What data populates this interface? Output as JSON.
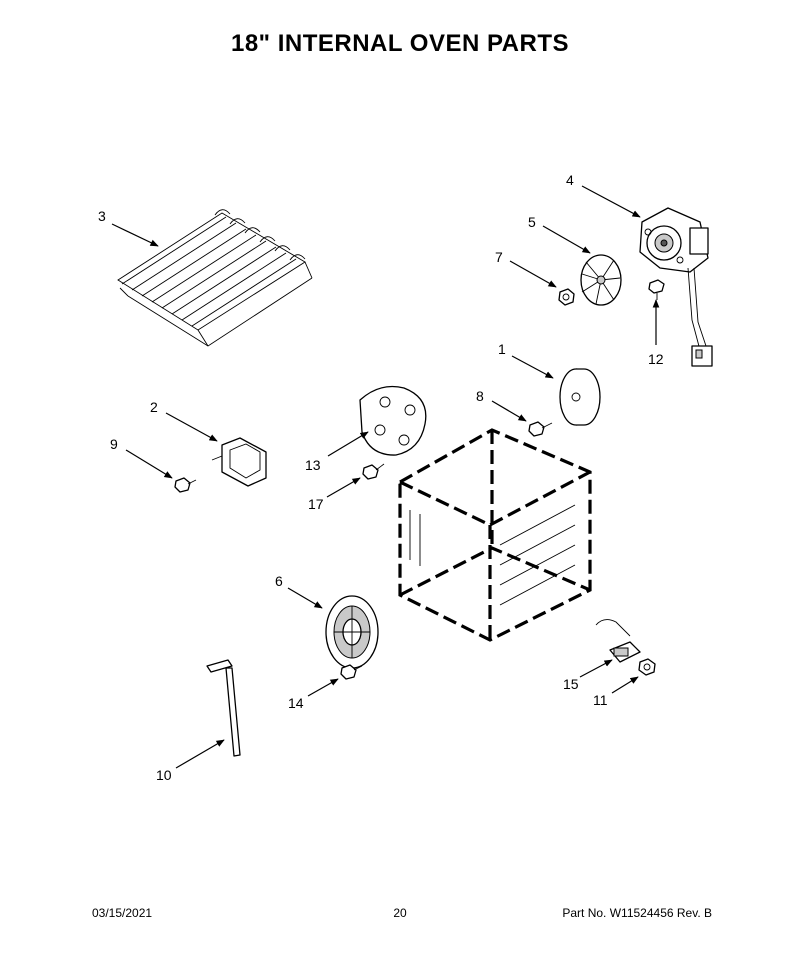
{
  "title": "18\" INTERNAL OVEN PARTS",
  "callouts": {
    "c1": "1",
    "c2": "2",
    "c3": "3",
    "c4": "4",
    "c5": "5",
    "c6": "6",
    "c7": "7",
    "c8": "8",
    "c9": "9",
    "c10": "10",
    "c11": "11",
    "c12": "12",
    "c13": "13",
    "c14": "14",
    "c15": "15",
    "c17": "17"
  },
  "footer": {
    "date": "03/15/2021",
    "page": "20",
    "part_info": "Part No.  W11524456  Rev.  B"
  }
}
